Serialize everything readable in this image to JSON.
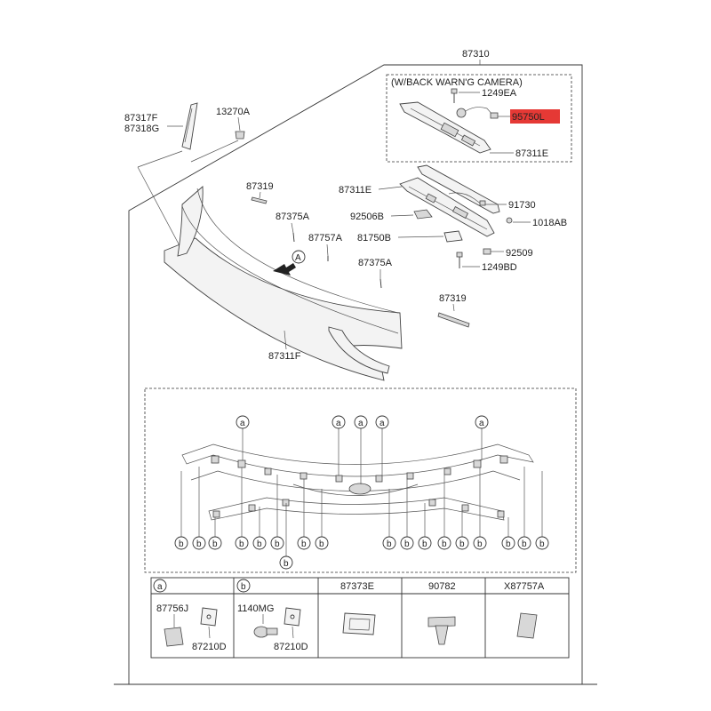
{
  "diagram": {
    "assembly_number": "87310",
    "camera_box_title": "(W/BACK WARN'G CAMERA)",
    "part_numbers": {
      "p87317F": "87317F",
      "p87318G": "87318G",
      "p13270A": "13270A",
      "p87319a": "87319",
      "p87375Aa": "87375A",
      "p87757A": "87757A",
      "p87375Ab": "87375A",
      "p87319b": "87319",
      "p87311F": "87311F",
      "p1249EA": "1249EA",
      "p95750L": "95750L",
      "p87311Ea": "87311E",
      "p87311Eb": "87311E",
      "p91730": "91730",
      "p92506B": "92506B",
      "p1018AB": "1018AB",
      "p81750B": "81750B",
      "p92509": "92509",
      "p1249BD": "1249BD"
    },
    "highlighted_part": "95750L",
    "view_marker": "A",
    "clip_letter_a": "a",
    "clip_letter_b": "b"
  },
  "legend_table": {
    "headers": [
      "a",
      "b",
      "87373E",
      "90782",
      "X87757A"
    ],
    "cell_a_parts": [
      "87756J",
      "87210D"
    ],
    "cell_b_parts": [
      "1140MG",
      "87210D"
    ]
  },
  "colors": {
    "highlight": "#e53935",
    "line": "#333333"
  }
}
